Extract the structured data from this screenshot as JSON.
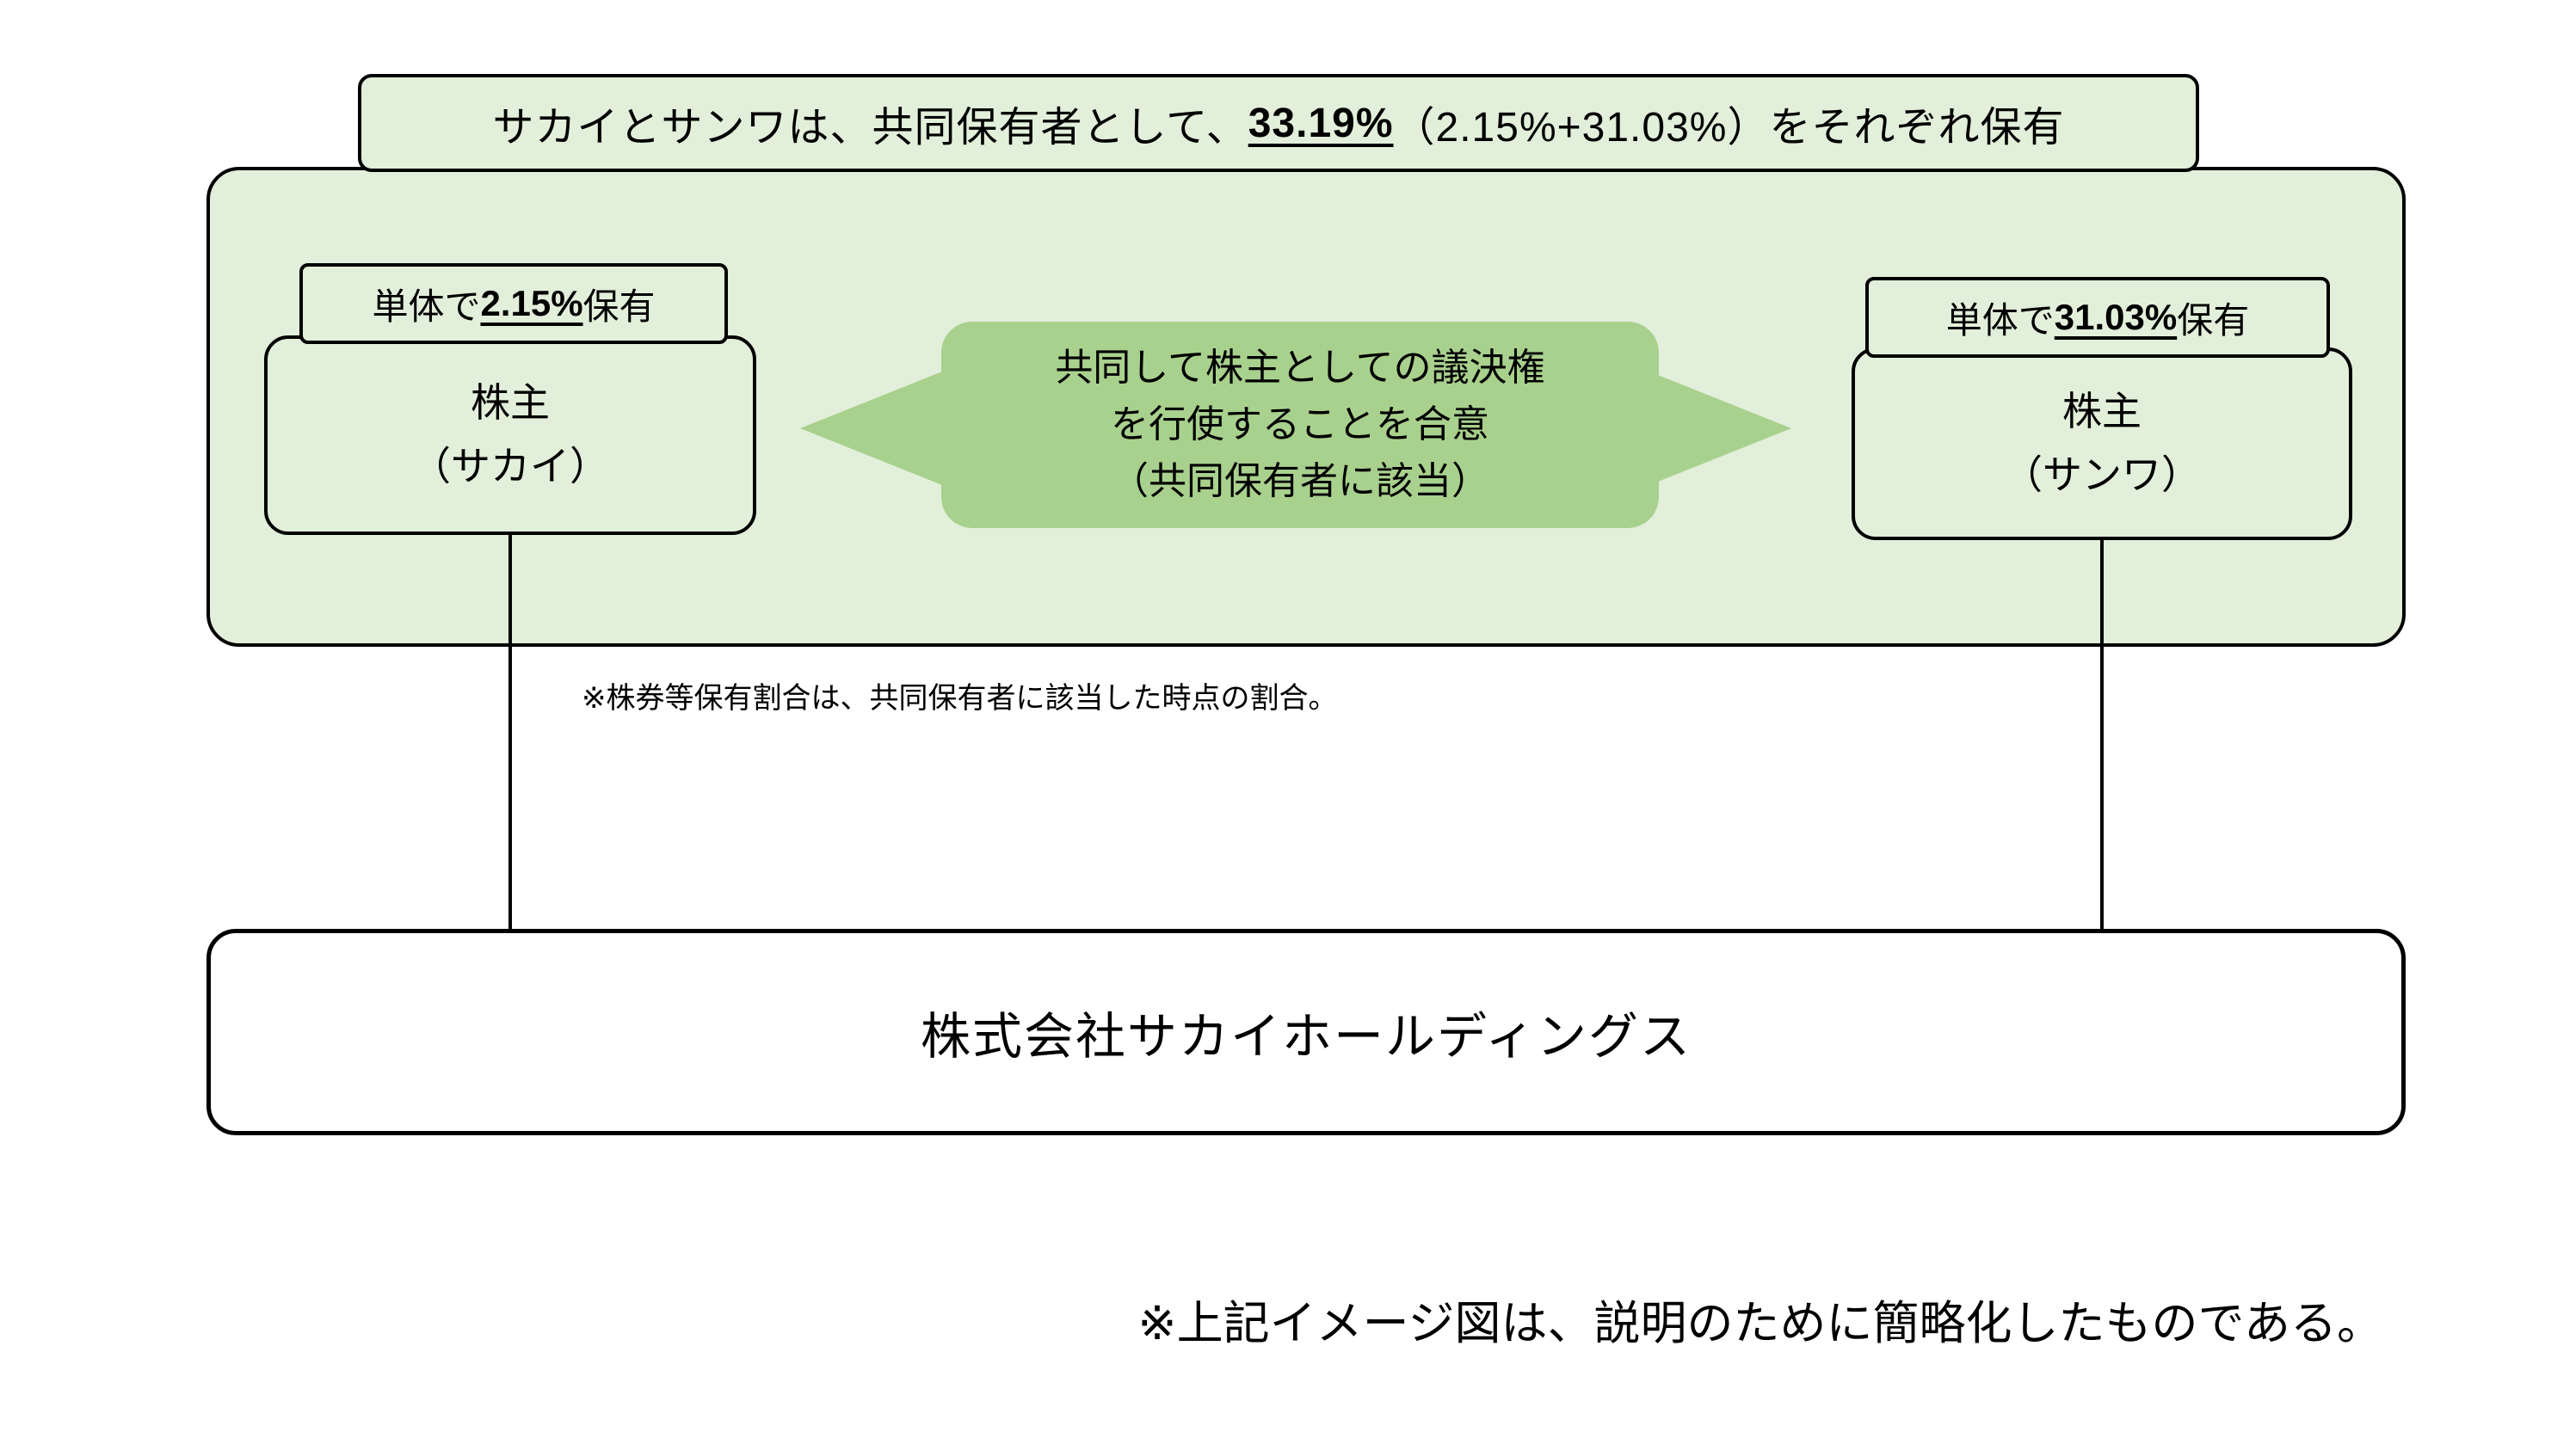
{
  "colors": {
    "pale_green": "#e2efda",
    "green": "#a9d18e",
    "line": "#000000",
    "background": "#ffffff"
  },
  "banner": {
    "part1": "サカイとサンワは、共同保有者として、",
    "emphasis": "33.19%",
    "part2": "（2.15%+31.03%）をそれぞれ保有"
  },
  "left_holder": {
    "label_prefix": "単体で",
    "label_value": "2.15%",
    "label_suffix": "保有",
    "name_line1": "株主",
    "name_line2": "（サカイ）"
  },
  "right_holder": {
    "label_prefix": "単体で",
    "label_value": "31.03%",
    "label_suffix": "保有",
    "name_line1": "株主",
    "name_line2": "（サンワ）"
  },
  "agreement": {
    "line1": "共同して株主としての議決権",
    "line2": "を行使することを合意",
    "line3": "（共同保有者に該当）"
  },
  "company": {
    "name": "株式会社サカイホールディングス"
  },
  "notes": {
    "ratio_note": "※株券等保有割合は、共同保有者に該当した時点の割合。",
    "simplified_note": "※上記イメージ図は、説明のために簡略化したものである。"
  }
}
